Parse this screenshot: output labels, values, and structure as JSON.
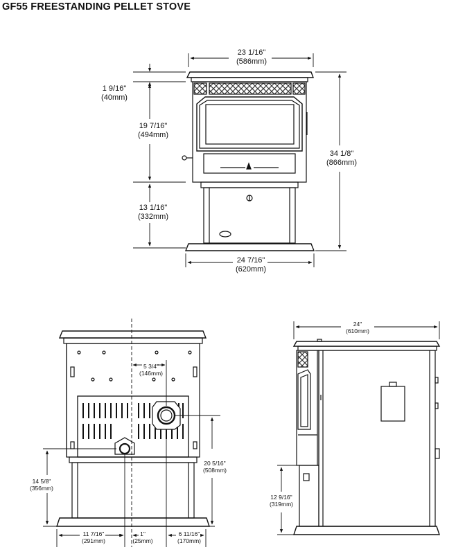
{
  "title": "GF55 FREESTANDING PELLET STOVE",
  "front_view": {
    "width_top": {
      "in": "23 1/16\"",
      "mm": "(586mm)"
    },
    "top_thickness": {
      "in": "1 9/16\"",
      "mm": "(40mm)"
    },
    "body_height": {
      "in": "19 7/16\"",
      "mm": "(494mm)"
    },
    "pedestal_height": {
      "in": "13 1/16\"",
      "mm": "(332mm)"
    },
    "total_height": {
      "in": "34 1/8\"",
      "mm": "(866mm)"
    },
    "width_base": {
      "in": "24 7/16\"",
      "mm": "(620mm)"
    }
  },
  "rear_view": {
    "vent_offset": {
      "in": "5 3/4\"",
      "mm": "(146mm)"
    },
    "flue_height": {
      "in": "20 5/16\"",
      "mm": "(508mm)"
    },
    "intake_height": {
      "in": "14 5/8\"",
      "mm": "(356mm)"
    },
    "left_to_center": {
      "in": "11 7/16\"",
      "mm": "(291mm)"
    },
    "center_gap": {
      "in": "1\"",
      "mm": "(25mm)"
    },
    "right_offset": {
      "in": "6 11/16\"",
      "mm": "(170mm)"
    }
  },
  "side_view": {
    "depth": {
      "in": "24\"",
      "mm": "(610mm)"
    },
    "intake_height": {
      "in": "12 9/16\"",
      "mm": "(319mm)"
    }
  }
}
